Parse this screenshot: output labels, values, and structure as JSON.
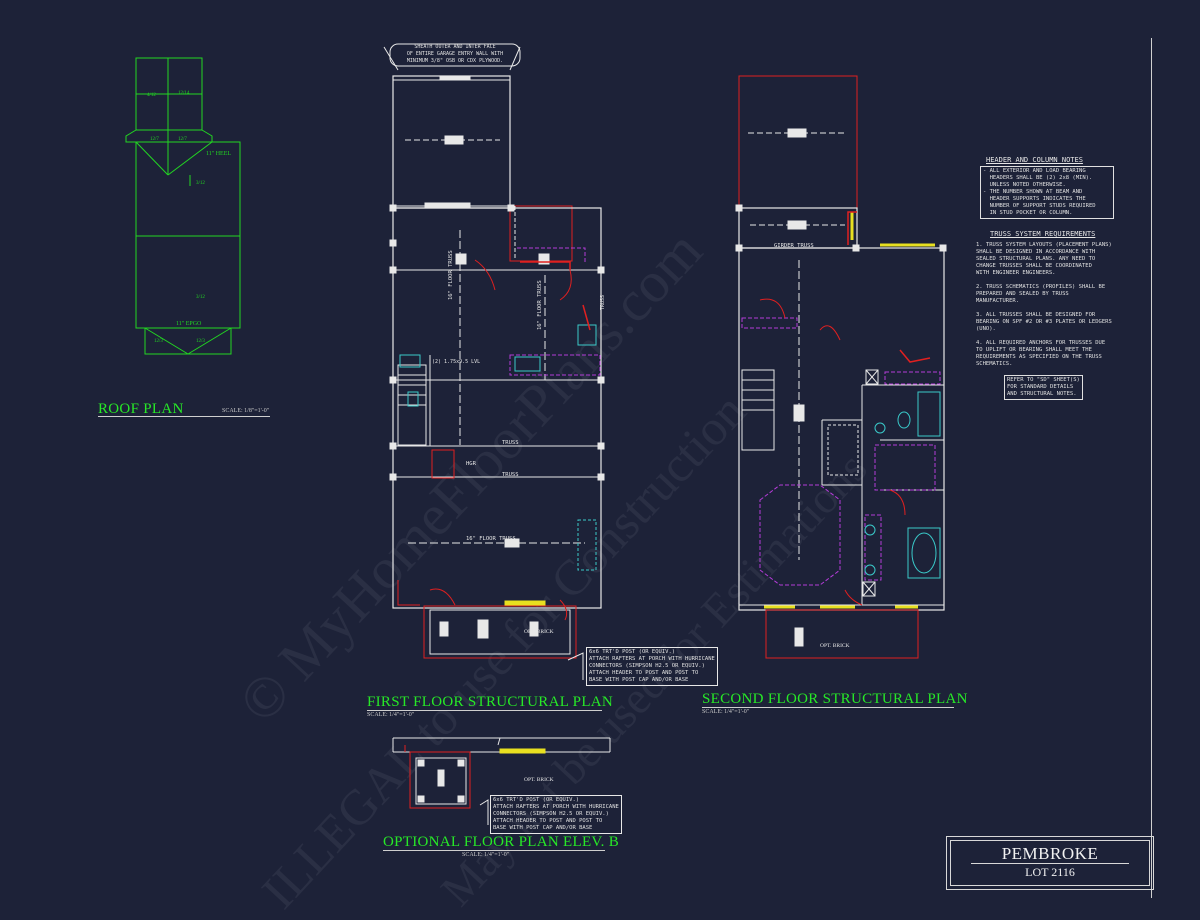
{
  "plans": {
    "roof": {
      "title": "ROOF PLAN",
      "scale": "SCALE: 1/8\"=1'-0\"",
      "heel_label": "11\" HEEL",
      "overhang_label": "11\" EPGO",
      "pitches": [
        "12\n4",
        "12\n14",
        "12\n7",
        "12\n7",
        "12\n3",
        "12\n3"
      ]
    },
    "first_floor": {
      "title": "FIRST FLOOR STRUCTURAL PLAN",
      "scale": "SCALE: 1/4\"=1'-0\""
    },
    "second_floor": {
      "title": "SECOND FLOOR STRUCTURAL PLAN",
      "scale": "SCALE: 1/4\"=1'-0\""
    },
    "optional": {
      "title": "OPTIONAL FLOOR PLAN ELEV. B",
      "scale": "SCALE: 1/4\"=1'-0\""
    }
  },
  "callouts": {
    "sheath_note": "SHEATH OUTER AND INTER FACE\nOF ENTIRE GARAGE ENTRY WALL WITH\nMINIMUM 3/8\" OSB OR CDX PLYWOOD.",
    "floor_truss_1": "16\" FLOOR TRUSS",
    "floor_truss_2": "16\" FLOOR TRUSS",
    "floor_truss_3": "16\" FLOOR TRUSS",
    "truss_short": "TRUSS",
    "truss_a": "TRUSS",
    "truss_b": "TRUSS",
    "lvl_label": "(2) 1.75x9.5\nLVL",
    "hgr_label": "HGR",
    "opt_brick_1": "OPT. BRICK",
    "opt_brick_2": "OPT. BRICK",
    "opt_brick_3": "OPT. BRICK",
    "girder_truss": "GIRDER TRUSS",
    "post_note_1": "6x6 TRT'D POST (OR EQUIV.)\nATTACH RAFTERS AT PORCH WITH HURRICANE\nCONNECTORS (SIMPSON H2.5 OR EQUIV.)\nATTACH HEADER TO POST AND POST TO\nBASE WITH POST CAP AND/OR BASE",
    "post_note_2": "6x6 TRT'D POST (OR EQUIV.)\nATTACH RAFTERS AT PORCH WITH HURRICANE\nCONNECTORS (SIMPSON H2.5 OR EQUIV.)\nATTACH HEADER TO POST AND POST TO\nBASE WITH POST CAP AND/OR BASE"
  },
  "notes": {
    "header_title": "HEADER AND COLUMN NOTES",
    "header_body": "- ALL EXTERIOR AND LOAD BEARING\n  HEADERS SHALL BE (2) 2x8 (MIN).\n  UNLESS NOTED OTHERWISE.\n- THE NUMBER SHOWN AT BEAM AND\n  HEADER SUPPORTS INDICATES THE\n  NUMBER OF SUPPORT STUDS REQUIRED\n  IN STUD POCKET OR COLUMN.",
    "truss_title": "TRUSS SYSTEM REQUIREMENTS",
    "truss_body": "1. TRUSS SYSTEM LAYOUTS (PLACEMENT PLANS)\nSHALL BE DESIGNED IN ACCORDANCE WITH\nSEALED STRUCTURAL PLANS. ANY NEED TO\nCHANGE TRUSSES SHALL BE COORDINATED\nWITH ENGINEER ENGINEERS.\n\n2. TRUSS SCHEMATICS (PROFILES) SHALL BE\nPREPARED AND SEALED BY TRUSS\nMANUFACTURER.\n\n3. ALL TRUSSES SHALL BE DESIGNED FOR\nBEARING ON SPF #2 OR #3 PLATES OR LEDGERS\n(UNO).\n\n4. ALL REQUIRED ANCHORS FOR TRUSSES DUE\nTO UPLIFT OR BEARING SHALL MEET THE\nREQUIREMENTS AS SPECIFIED ON THE TRUSS\nSCHEMATICS.",
    "refer": "REFER TO \"SD\" SHEET(S)\nFOR STANDARD DETAILS\nAND STRUCTURAL NOTES."
  },
  "title_block": {
    "name": "PEMBROKE",
    "lot": "LOT 2116"
  },
  "watermarks": [
    "© MyHomeFloorPlans.com",
    "ILLEGAL to use for Construction",
    "May not be used for Estimations"
  ],
  "colors": {
    "background": "#1d2238",
    "wall": "#e8e8e8",
    "header_red": "#e02020",
    "title_green": "#27e827",
    "fixture_cyan": "#3ac9c9",
    "cabinet_magenta": "#b43cd8",
    "beam_yellow": "#e8e020"
  }
}
